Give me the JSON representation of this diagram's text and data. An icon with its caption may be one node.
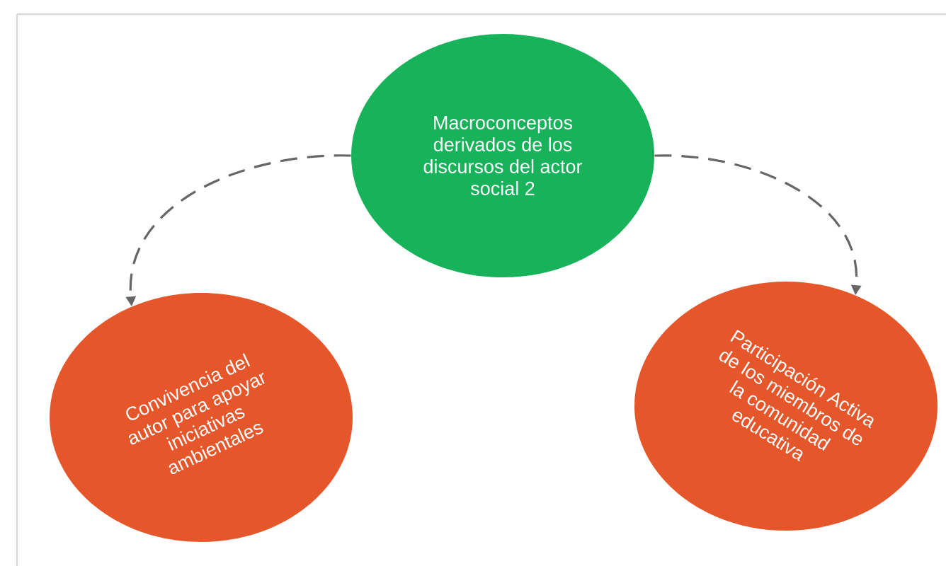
{
  "diagram": {
    "nodes": [
      {
        "text": [
          "Macroconceptos derivados de los discursos del actor social 2"
        ]
      },
      {
        "text": [
          "Convivencia del autor para apoyar iniciativas ambientales"
        ]
      },
      {
        "text": [
          "Participación Activa de los miembros de la comunidad educativa"
        ]
      }
    ],
    "edges": [
      {
        "from": 0,
        "to": 1,
        "arrow": "to",
        "style": "dashed"
      },
      {
        "from": 0,
        "to": 2,
        "arrow": "to",
        "style": "dashed"
      }
    ]
  }
}
